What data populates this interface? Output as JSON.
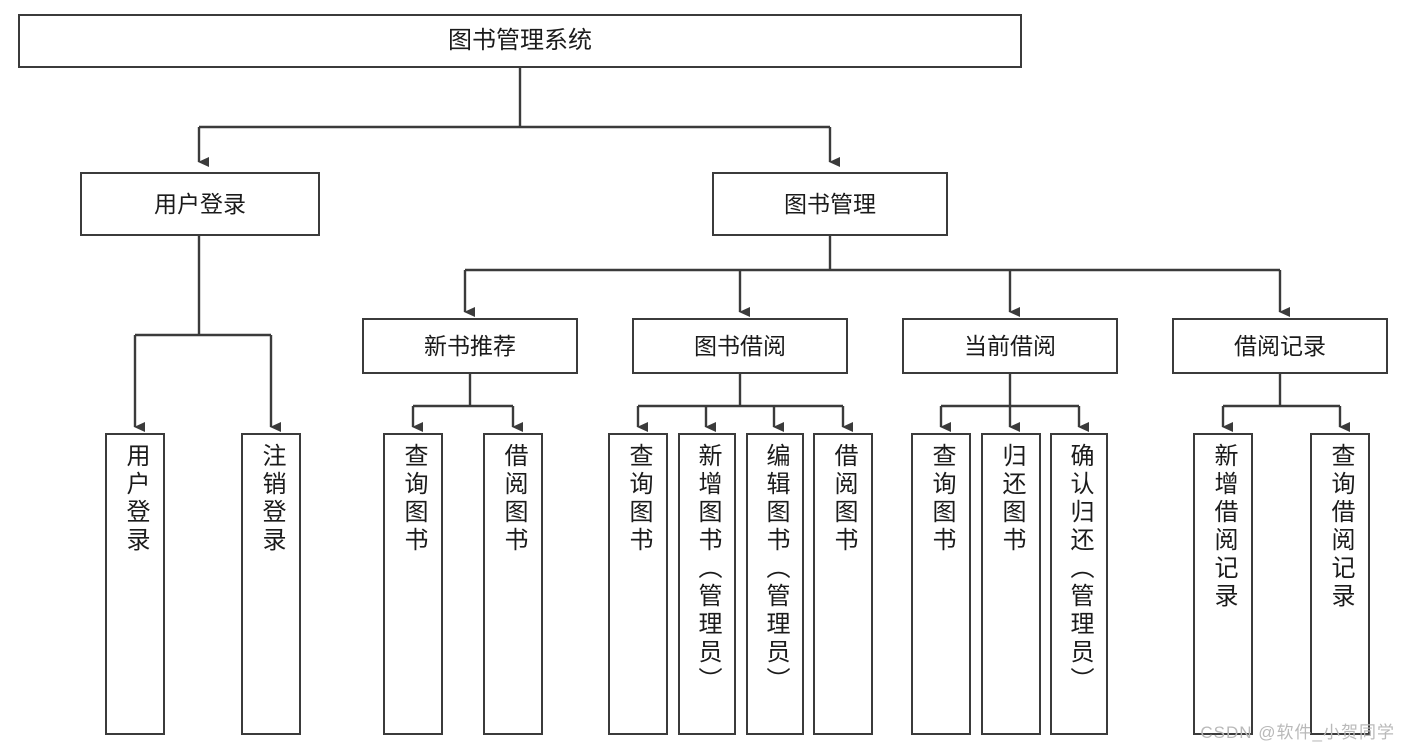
{
  "diagram": {
    "title": "图书管理系统",
    "type": "functional-structure-tree",
    "watermark": "CSDN @软件_小贺同学",
    "colors": {
      "background": "#ffffff",
      "border": "#3b3b3b",
      "text": "#1b1b1b",
      "link": "#3b3b3b",
      "watermark": "#b9b9b9"
    },
    "nodes": {
      "root": {
        "label": "图书管理系统"
      },
      "level2": [
        {
          "id": "user-login",
          "label": "用户登录"
        },
        {
          "id": "book-management",
          "label": "图书管理"
        }
      ],
      "level3": [
        {
          "id": "new-book-recommend",
          "label": "新书推荐"
        },
        {
          "id": "book-borrow",
          "label": "图书借阅"
        },
        {
          "id": "current-borrow",
          "label": "当前借阅"
        },
        {
          "id": "borrow-record",
          "label": "借阅记录"
        }
      ],
      "leaves": [
        {
          "id": "leaf-user-login",
          "label": "用户登录",
          "parent": "user-login"
        },
        {
          "id": "leaf-user-logout",
          "label": "注销登录",
          "parent": "user-login"
        },
        {
          "id": "leaf-query-book-1",
          "label": "查询图书",
          "parent": "new-book-recommend"
        },
        {
          "id": "leaf-borrow-book-1",
          "label": "借阅图书",
          "parent": "new-book-recommend"
        },
        {
          "id": "leaf-query-book-2",
          "label": "查询图书",
          "parent": "book-borrow"
        },
        {
          "id": "leaf-add-book-admin",
          "label": "新增图书（管理员）",
          "parent": "book-borrow"
        },
        {
          "id": "leaf-edit-book-admin",
          "label": "编辑图书（管理员）",
          "parent": "book-borrow"
        },
        {
          "id": "leaf-borrow-book-2",
          "label": "借阅图书",
          "parent": "book-borrow"
        },
        {
          "id": "leaf-query-book-3",
          "label": "查询图书",
          "parent": "current-borrow"
        },
        {
          "id": "leaf-return-book",
          "label": "归还图书",
          "parent": "current-borrow"
        },
        {
          "id": "leaf-confirm-return",
          "label": "确认归还（管理员）",
          "parent": "current-borrow"
        },
        {
          "id": "leaf-add-record",
          "label": "新增借阅记录",
          "parent": "borrow-record"
        },
        {
          "id": "leaf-query-record",
          "label": "查询借阅记录",
          "parent": "borrow-record"
        }
      ]
    }
  }
}
